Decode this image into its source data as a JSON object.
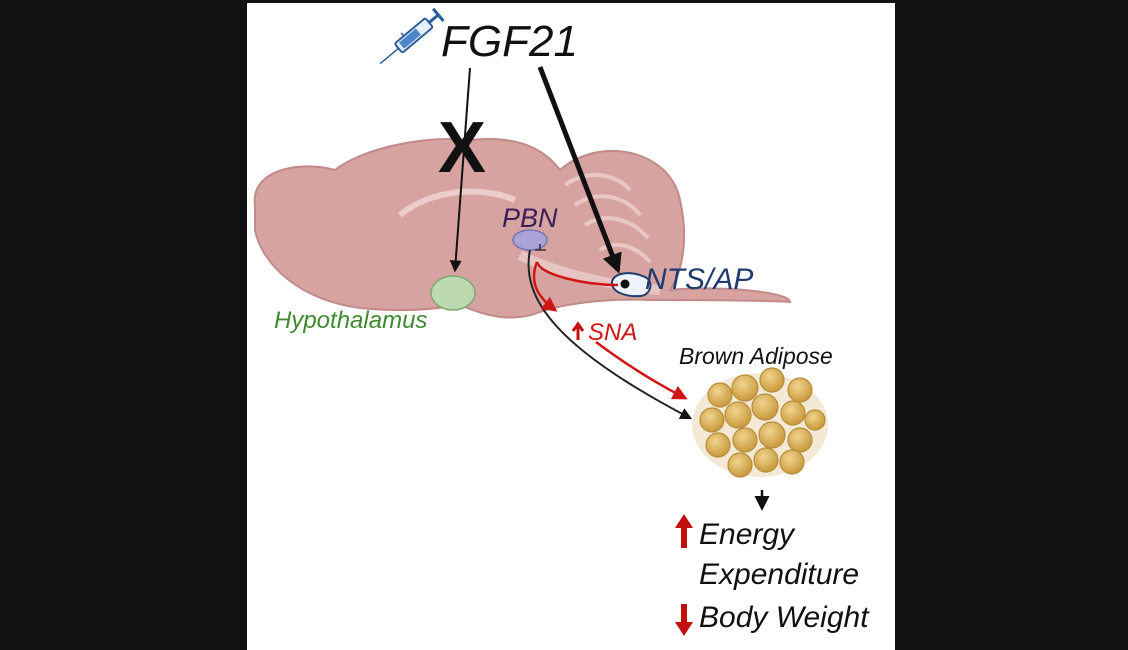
{
  "labels": {
    "drug": "FGF21",
    "blocked_mark": "X",
    "pbn": "PBN",
    "nts_ap": "NTS/AP",
    "hypothalamus": "Hypothalamus",
    "sna": "SNA",
    "brown_adipose": "Brown Adipose",
    "energy_line1": "Energy",
    "energy_line2": "Expenditure",
    "body_weight": "Body Weight"
  },
  "colors": {
    "background": "#111111",
    "panel": "#ffffff",
    "brain": "#d7a3a1",
    "brain_outline": "#c28a88",
    "hypothalamus_fill": "#bcd9b0",
    "hypothalamus_text": "#3f8a2f",
    "pbn_fill": "#a9a3d9",
    "pbn_text": "#3c1f58",
    "nts_text": "#1f3c6e",
    "sna_red": "#d11414",
    "increase_arrow": "#c40f0f",
    "decrease_arrow": "#c40f0f",
    "adipose_fill": "#d9b566"
  },
  "icons": [
    "syringe-icon",
    "up-arrow-icon",
    "down-arrow-icon"
  ]
}
